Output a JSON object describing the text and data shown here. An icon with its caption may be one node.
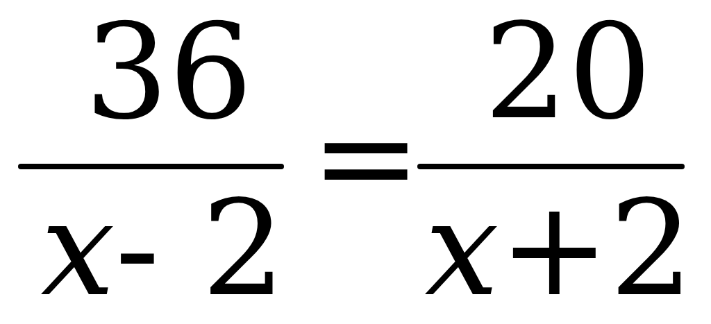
{
  "diagram": {
    "labels": [
      "36",
      "20",
      "=",
      "*x*- 2",
      "*x*+2"
    ]
  }
}
